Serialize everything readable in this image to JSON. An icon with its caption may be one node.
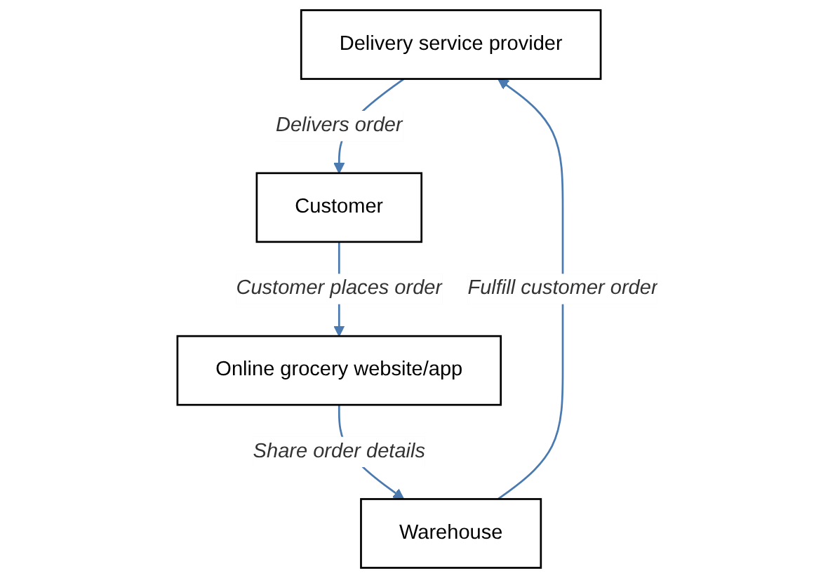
{
  "diagram": {
    "nodes": [
      {
        "text": [
          "Delivery service provider"
        ]
      },
      {
        "text": [
          "Customer"
        ]
      },
      {
        "text": [
          "Online grocery website/app"
        ]
      },
      {
        "text": [
          "Warehouse"
        ]
      }
    ],
    "edges": [
      {
        "from": 3,
        "to": 0,
        "arrow": "to",
        "label": "Fulfill customer order"
      },
      {
        "from": 0,
        "to": 1,
        "arrow": "to",
        "label": "Delivers order"
      },
      {
        "from": 1,
        "to": 2,
        "arrow": "to",
        "label": "Customer places order"
      },
      {
        "from": 2,
        "to": 3,
        "arrow": "to",
        "label": "Share order details"
      }
    ]
  }
}
